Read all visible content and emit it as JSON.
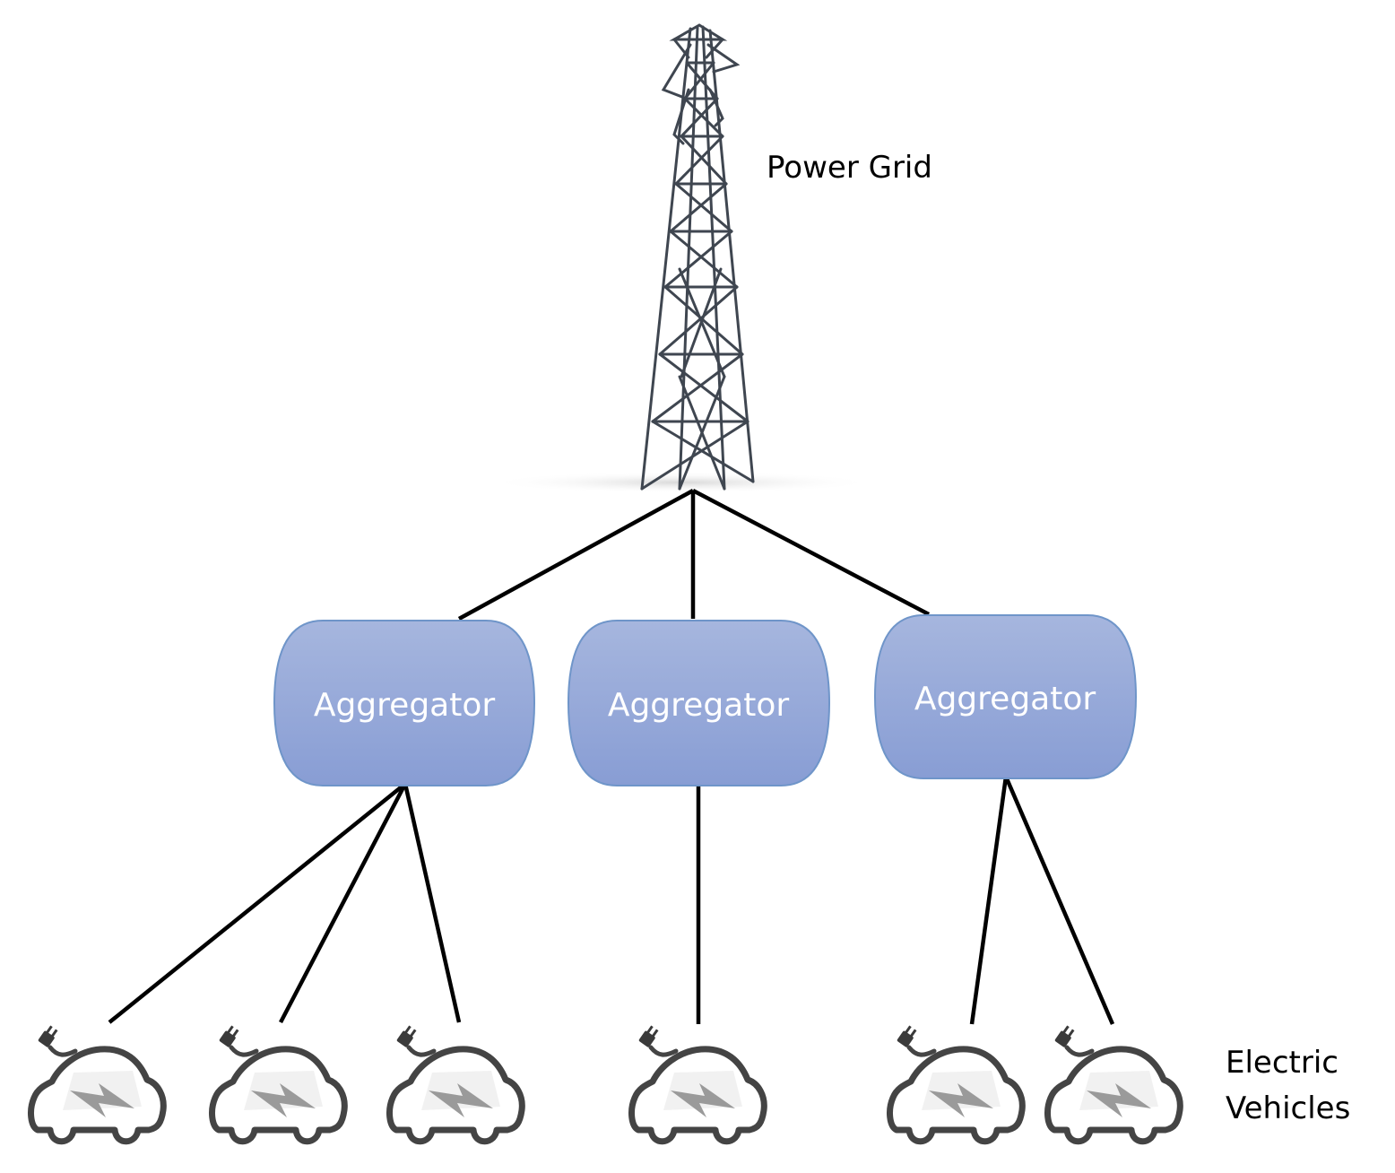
{
  "labels": {
    "power_grid": "Power Grid",
    "electric_vehicles_line1": "Electric",
    "electric_vehicles_line2": "Vehicles"
  },
  "aggregators": [
    {
      "label": "Aggregator"
    },
    {
      "label": "Aggregator"
    },
    {
      "label": "Aggregator"
    }
  ],
  "icons": {
    "tower": "transmission-tower-icon",
    "vehicle": "electric-car-icon"
  },
  "colors": {
    "aggregator_fill_top": "#a6b6de",
    "aggregator_fill_bottom": "#8a9fd4",
    "aggregator_stroke": "#6f95c9",
    "line": "#000000",
    "tower": "#3f4650",
    "car_outline": "#444444",
    "bolt": "#9a9a9a"
  }
}
